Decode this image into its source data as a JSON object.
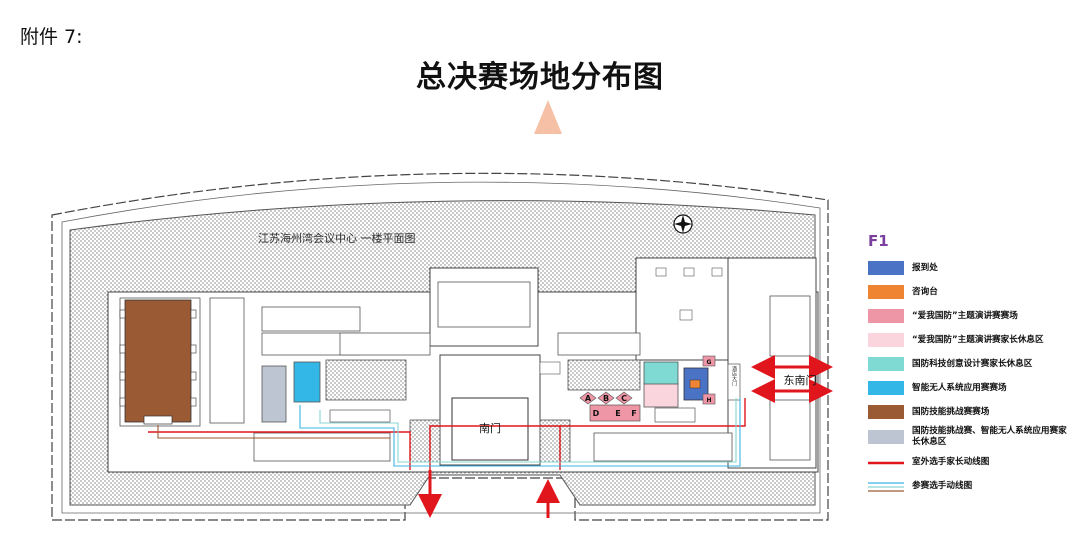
{
  "attachment_label": "附件 7:",
  "title": "总决赛场地分布图",
  "map": {
    "building_caption": "江苏海州湾会议中心   一楼平面图",
    "south_gate": "南门",
    "southeast_gate": "东南门",
    "east_entrance_label": "酒店大门",
    "zone_labels": [
      "A",
      "B",
      "C",
      "D",
      "E",
      "F",
      "G",
      "H"
    ],
    "compass_icon": "compass-rose-icon"
  },
  "legend": {
    "floor": "F1",
    "items": [
      {
        "color": "#4a73c6",
        "label": "报到处"
      },
      {
        "color": "#ef8532",
        "label": "咨询台"
      },
      {
        "color": "#ee96a6",
        "label": "“爱我国防”主题演讲赛赛场"
      },
      {
        "color": "#fbd5de",
        "label": "“爱我国防”主题演讲赛家长休息区"
      },
      {
        "color": "#7fdad3",
        "label": "国防科技创意设计赛家长休息区"
      },
      {
        "color": "#33b7e6",
        "label": "智能无人系统应用赛赛场"
      },
      {
        "color": "#9a5b34",
        "label": "国防技能挑战赛赛场"
      },
      {
        "color": "#bdc5d3",
        "label": "国防技能挑战赛、智能无人系统应用赛家长休息区"
      }
    ],
    "lines": [
      {
        "label": "室外选手家长动线图",
        "colors": [
          "#e0161c"
        ]
      },
      {
        "label": "参赛选手动线图",
        "colors": [
          "#3cb4e6",
          "#87d5d3",
          "#9a5b34"
        ]
      }
    ]
  }
}
